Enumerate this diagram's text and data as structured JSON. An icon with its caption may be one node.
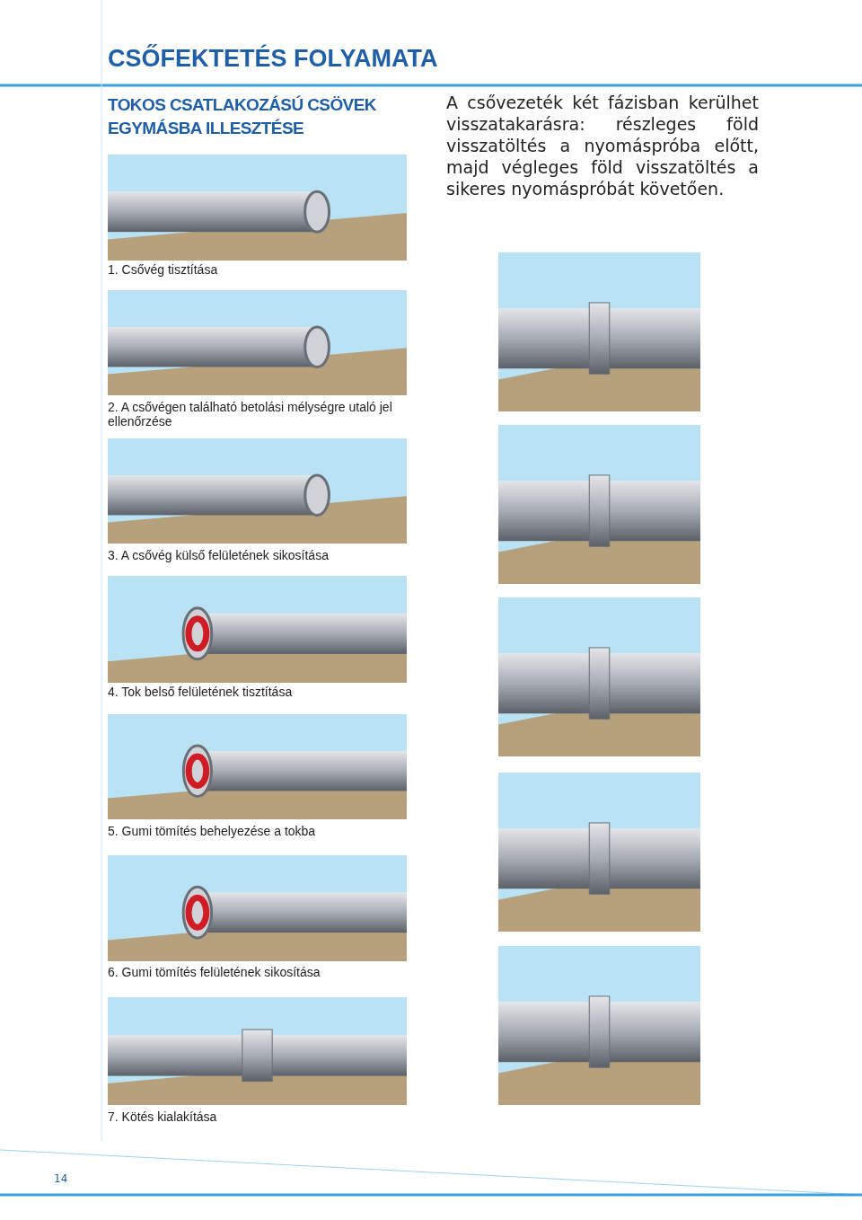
{
  "diagram": {
    "title": "CSŐFEKTETÉS FOLYAMATA",
    "labels": [
      "TOKOS CSATLAKOZÁSÚ CSÖVEK EGYMÁSBA ILLESZTÉSE",
      "A csővezeték két fázisban kerülhet visszatakarásra: részleges föld visszatöltés a nyomáspróba előtt, majd végleges föld visszatöltés a sikeres nyomáspróbát követően.",
      "1. Csővég tisztítása",
      "2. A csővégen található betolási mélységre utaló jel ellenőrzése",
      "3. A csővég külső felületének sikosítása",
      "4. Tok belső felületének tisztítása",
      "5. Gumi tömítés behelyezése a tokba",
      "6. Gumi tömítés felületének sikosítása",
      "7. Kötés kialakítása",
      "14"
    ]
  }
}
